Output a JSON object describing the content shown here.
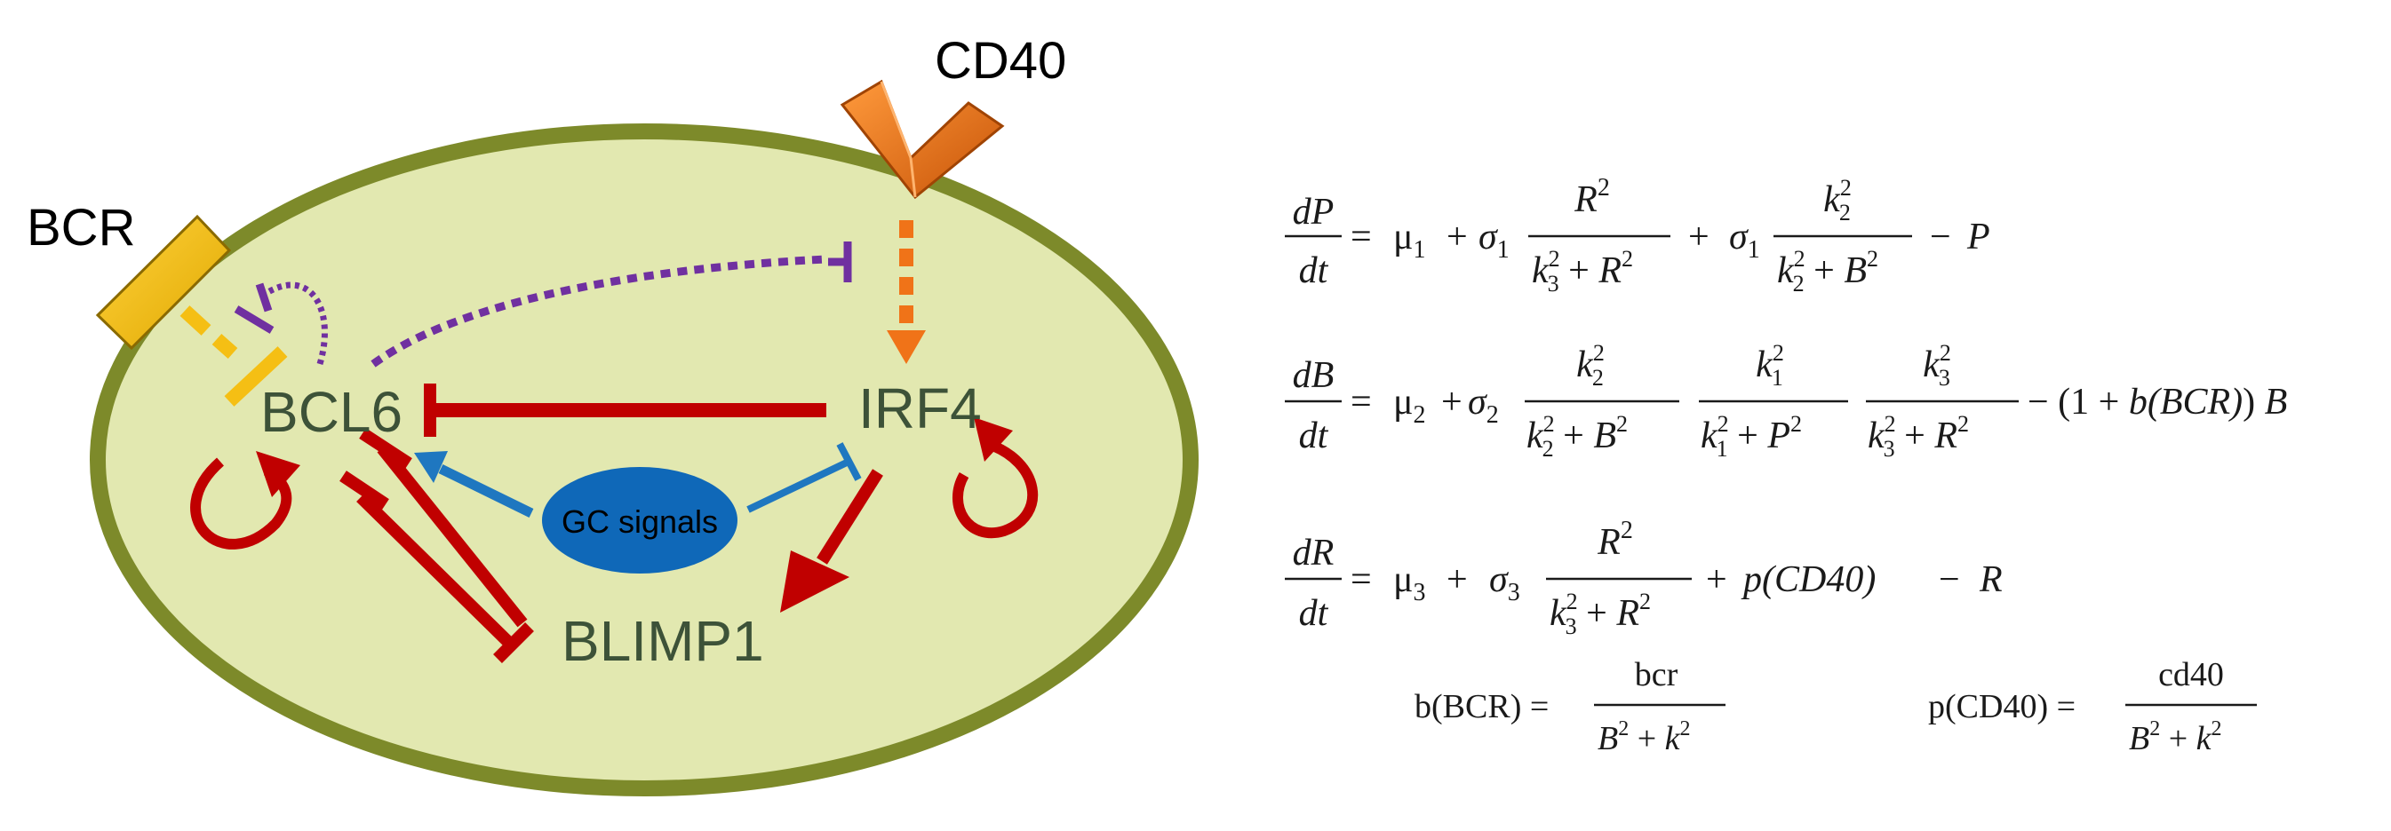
{
  "diagram": {
    "labels": {
      "bcr": "BCR",
      "cd40": "CD40",
      "bcl6": "BCL6",
      "irf4": "IRF4",
      "blimp1": "BLIMP1",
      "gc_signals": "GC signals"
    },
    "colors": {
      "cell_fill": "#e2e8b0",
      "cell_border": "#7d8a2a",
      "gene_text": "#3d5238",
      "repression_red": "#c00000",
      "signal_blue": "#1f77c0",
      "gc_oval": "#0f68b8",
      "cd40_orange": "#f07318",
      "bcr_yellow": "#f5bf14",
      "purple": "#7030a0"
    }
  },
  "equations": {
    "eq_p": {
      "lhs_num": "dP",
      "lhs_den": "dt",
      "mu": "μ",
      "mu_sub": "1",
      "sigma": "σ",
      "sigma_sub": "1",
      "num1": "R",
      "num1_sup": "2",
      "den1_a": "k",
      "den1_a_sub": "3",
      "den1_a_sup": "2",
      "den1_b": "R",
      "den1_b_sup": "2",
      "num2": "k",
      "num2_sub": "2",
      "num2_sup": "2",
      "den2_a": "k",
      "den2_a_sub": "2",
      "den2_a_sup": "2",
      "den2_b": "B",
      "den2_b_sup": "2",
      "tail": "P"
    },
    "eq_b": {
      "lhs_num": "dB",
      "lhs_den": "dt",
      "mu": "μ",
      "mu_sub": "2",
      "sigma": "σ",
      "sigma_sub": "2",
      "f1_num": "k",
      "f1_num_sub": "2",
      "f1_num_sup": "2",
      "f1_den_a": "k",
      "f1_den_a_sub": "2",
      "f1_den_a_sup": "2",
      "f1_den_b": "B",
      "f1_den_b_sup": "2",
      "f2_num": "k",
      "f2_num_sub": "1",
      "f2_num_sup": "2",
      "f2_den_a": "k",
      "f2_den_a_sub": "1",
      "f2_den_a_sup": "2",
      "f2_den_b": "P",
      "f2_den_b_sup": "2",
      "f3_num": "k",
      "f3_num_sub": "3",
      "f3_num_sup": "2",
      "f3_den_a": "k",
      "f3_den_a_sub": "3",
      "f3_den_a_sup": "2",
      "f3_den_b": "R",
      "f3_den_b_sup": "2",
      "tail_open": "− (1 + ",
      "tail_b": "b",
      "tail_arg": "(BCR)",
      "tail_close": ") ",
      "tail_var": "B"
    },
    "eq_r": {
      "lhs_num": "dR",
      "lhs_den": "dt",
      "mu": "μ",
      "mu_sub": "3",
      "sigma": "σ",
      "sigma_sub": "3",
      "num": "R",
      "num_sup": "2",
      "den_a": "k",
      "den_a_sub": "3",
      "den_a_sup": "2",
      "den_b": "R",
      "den_b_sup": "2",
      "p_term": "p",
      "p_arg": "(CD40)",
      "tail": "R"
    },
    "def_b": {
      "lhs": "b(BCR) =",
      "num": "bcr",
      "den_a": "B",
      "den_a_sup": "2",
      "den_b": "k",
      "den_b_sup": "2"
    },
    "def_p": {
      "lhs": "p(CD40) =",
      "num": "cd40",
      "den_a": "B",
      "den_a_sup": "2",
      "den_b": "k",
      "den_b_sup": "2"
    }
  }
}
